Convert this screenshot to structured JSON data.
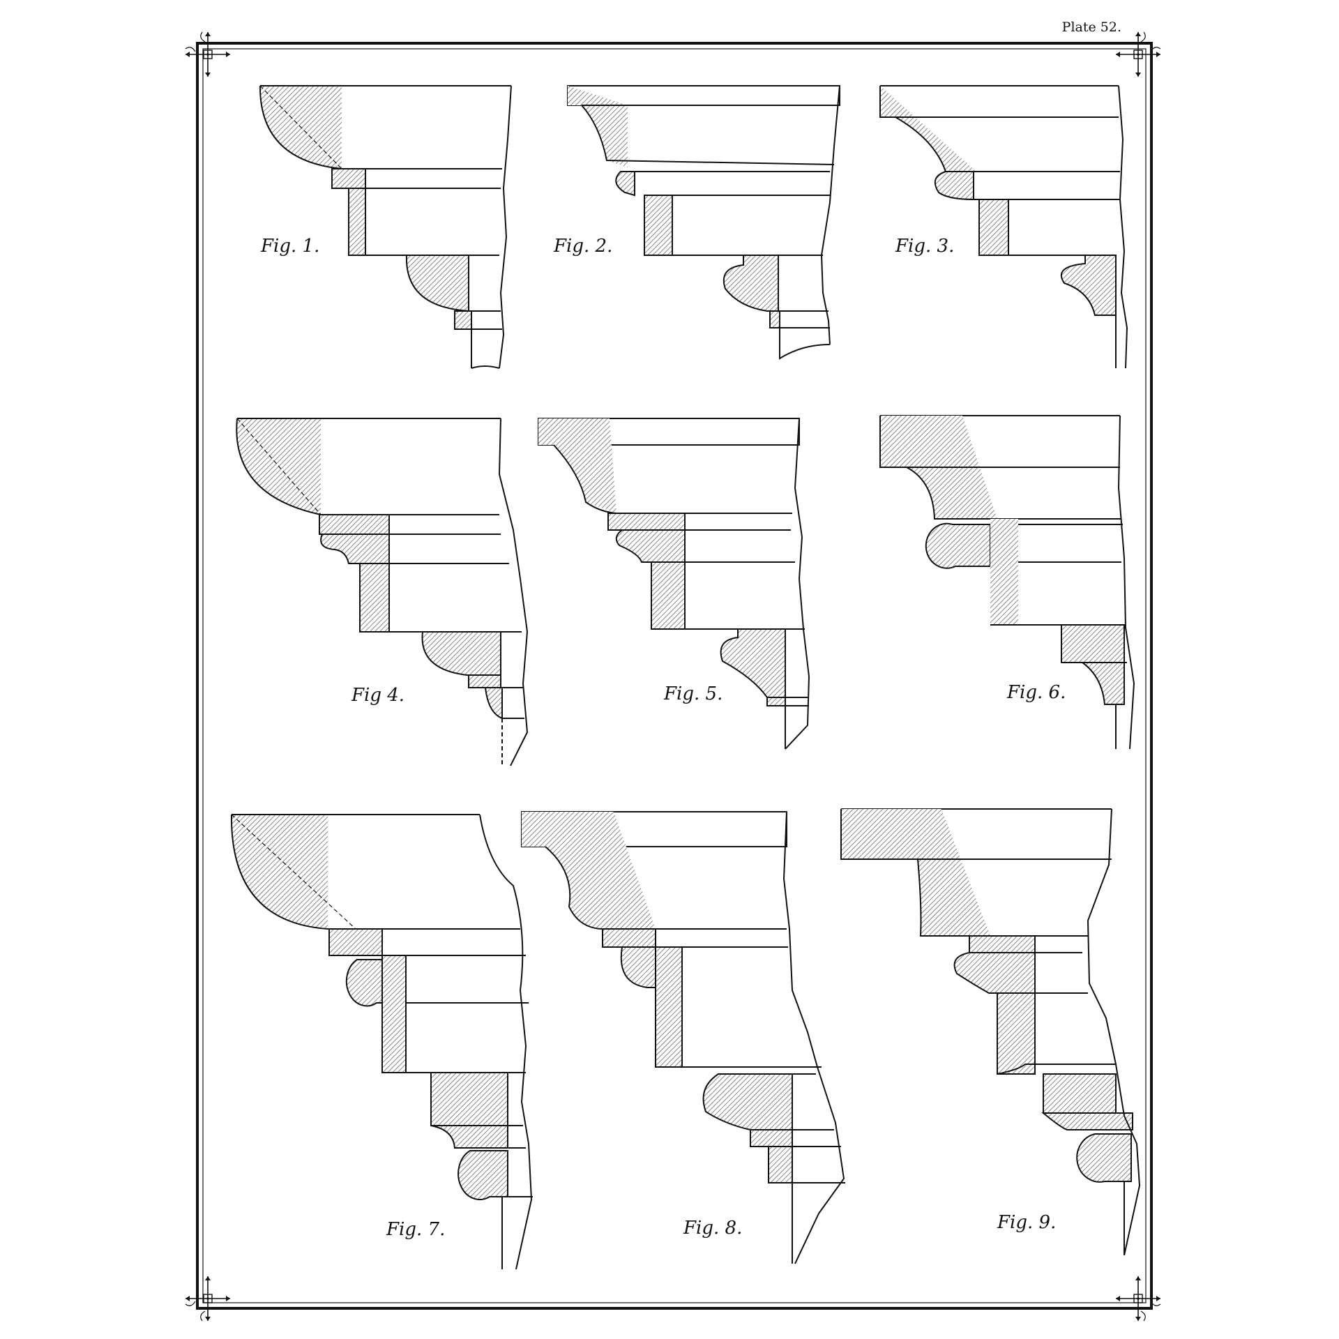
{
  "plate": {
    "title": "Plate 52.",
    "figures": [
      {
        "id": "fig1",
        "label": "Fig. 1."
      },
      {
        "id": "fig2",
        "label": "Fig. 2."
      },
      {
        "id": "fig3",
        "label": "Fig. 3."
      },
      {
        "id": "fig4",
        "label": "Fig 4."
      },
      {
        "id": "fig5",
        "label": "Fig. 5."
      },
      {
        "id": "fig6",
        "label": "Fig. 6."
      },
      {
        "id": "fig7",
        "label": "Fig. 7."
      },
      {
        "id": "fig8",
        "label": "Fig. 8."
      },
      {
        "id": "fig9",
        "label": "Fig. 9."
      }
    ]
  },
  "colors": {
    "ink": "#111111",
    "hatch": "#6a6a6a",
    "paper": "#ffffff"
  },
  "icons": {
    "corner_ornament": "fleur-corner-icon"
  }
}
